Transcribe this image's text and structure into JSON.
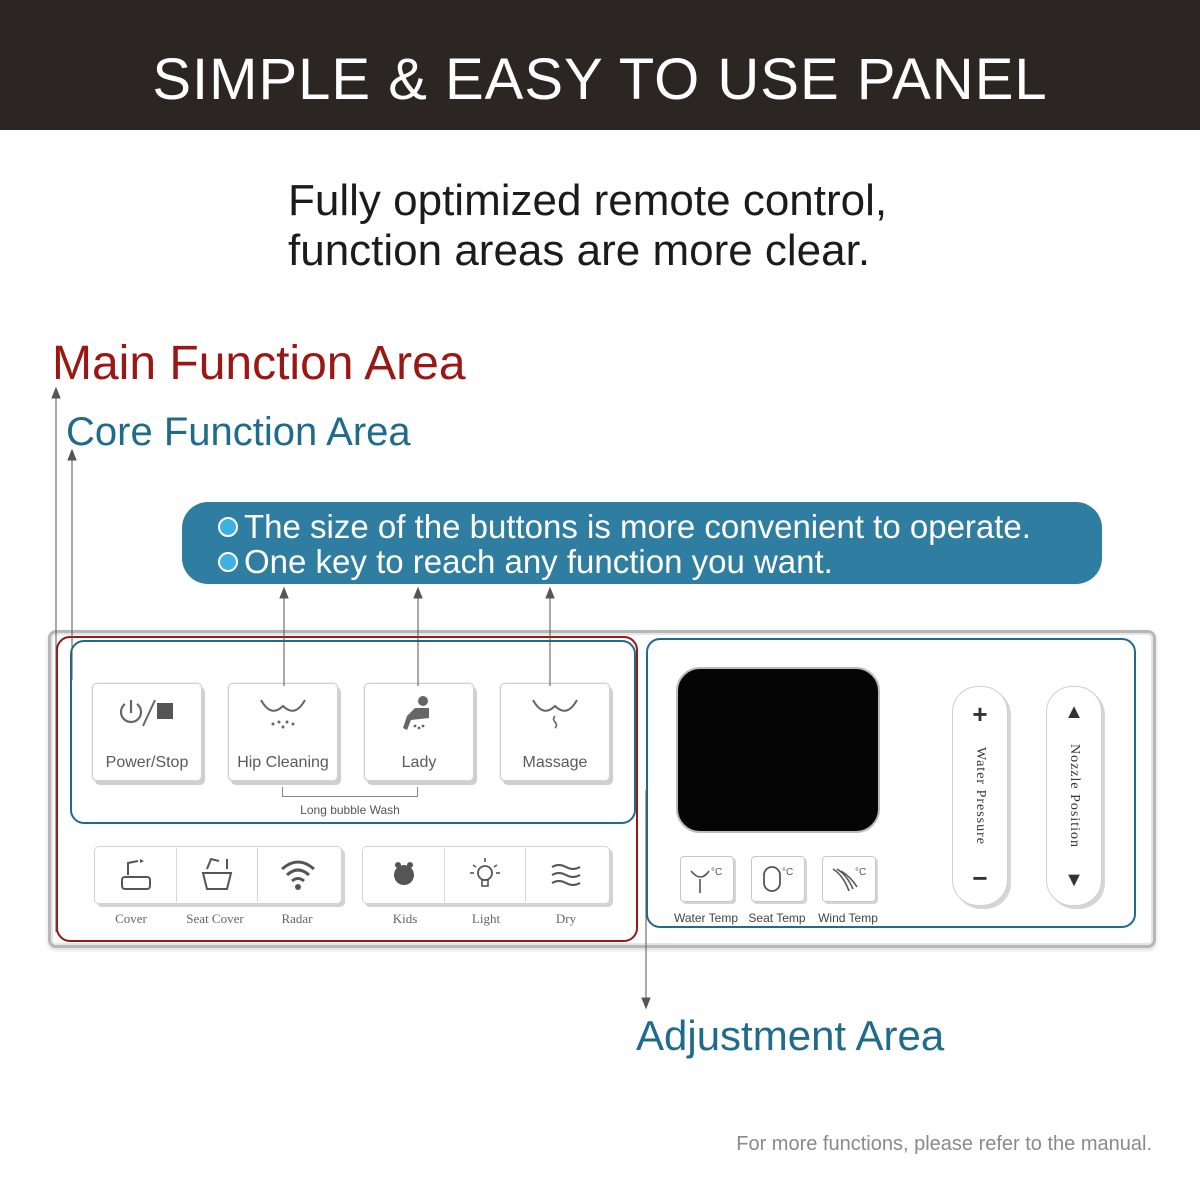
{
  "banner": {
    "title": "SIMPLE & EASY TO USE PANEL",
    "bg_color": "#2b2624"
  },
  "subtitle": {
    "line1": "Fully optimized remote control,",
    "line2": "function areas are more clear."
  },
  "areas": {
    "main": "Main Function Area",
    "core": "Core Function Area",
    "adjustment": "Adjustment Area"
  },
  "callout": {
    "line1": "The size of the buttons is more convenient to operate.",
    "line2": "One key to reach any function you want."
  },
  "core_buttons": [
    {
      "label": "Power/Stop",
      "icon": "power-stop-icon"
    },
    {
      "label": "Hip Cleaning",
      "icon": "hip-cleaning-icon"
    },
    {
      "label": "Lady",
      "icon": "lady-icon"
    },
    {
      "label": "Massage",
      "icon": "massage-icon"
    }
  ],
  "bracket_label": "Long bubble Wash",
  "secondary_buttons": [
    {
      "label": "Cover",
      "icon": "cover-icon"
    },
    {
      "label": "Seat Cover",
      "icon": "seat-cover-icon"
    },
    {
      "label": "Radar",
      "icon": "radar-icon"
    },
    {
      "label": "Kids",
      "icon": "kids-icon"
    },
    {
      "label": "Light",
      "icon": "light-icon"
    },
    {
      "label": "Dry",
      "icon": "dry-icon"
    }
  ],
  "temp_buttons": [
    {
      "label": "Water Temp",
      "icon": "water-temp-icon"
    },
    {
      "label": "Seat Temp",
      "icon": "seat-temp-icon"
    },
    {
      "label": "Wind Temp",
      "icon": "wind-temp-icon"
    }
  ],
  "unit": "°C",
  "rockers": {
    "water_pressure": {
      "label": "Water Pressure",
      "up": "+",
      "down": "−"
    },
    "nozzle_position": {
      "label": "Nozzle Position",
      "up": "▲",
      "down": "▼"
    }
  },
  "footnote": "For more functions, please refer to the manual.",
  "colors": {
    "main_area": "#9b1713",
    "core_area": "#1f6b8c",
    "callout_bg": "#2f7da0"
  }
}
